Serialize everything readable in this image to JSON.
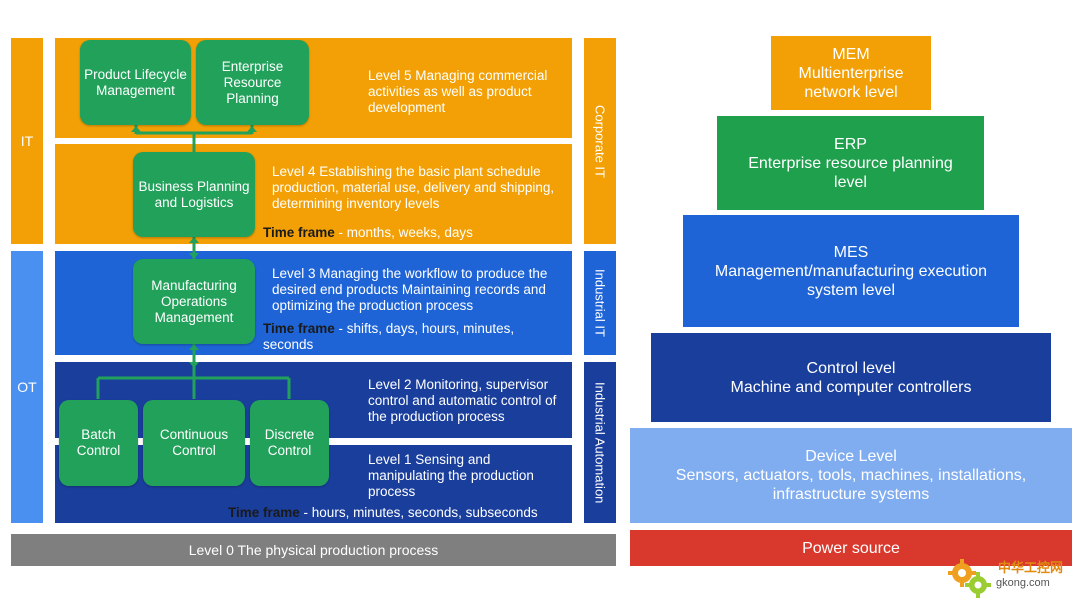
{
  "left": {
    "sidebar": {
      "it_label": "IT",
      "ot_label": "OT"
    },
    "right_bars": {
      "corporate_it": "Corporate IT",
      "industrial_it": "Industrial IT",
      "industrial_automation": "Industrial Automation"
    },
    "boxes": {
      "plm": "Product Lifecycle Management",
      "erp": "Enterprise Resource Planning",
      "bpl": "Business Planning and Logistics",
      "mom": "Manufacturing Operations Management",
      "batch": "Batch Control",
      "continuous": "Continuous Control",
      "discrete": "Discrete Control"
    },
    "levels": {
      "level5": "Level 5 Managing commercial activities as well as product development",
      "level4": "Level 4 Establishing the basic plant schedule production, material use, delivery and shipping, determining inventory levels",
      "level3": "Level 3 Managing the workflow to produce the desired end products Maintaining records and optimizing the production process",
      "level2": "Level 2 Monitoring, supervisor control and automatic control of the production process",
      "level1": "Level 1 Sensing and manipulating the production process",
      "level0": "Level 0 The physical production process"
    },
    "time_frames": {
      "label": "Time frame",
      "level4": " - months, weeks, days",
      "level3": " - shifts, days, hours, minutes, seconds",
      "level1": " - hours, minutes, seconds, subseconds"
    }
  },
  "pyramid": {
    "mem": {
      "title": "MEM",
      "line1": "Multienterprise",
      "line2": "network level"
    },
    "erp": {
      "title": "ERP",
      "line1": "Enterprise resource planning",
      "line2": "level"
    },
    "mes": {
      "title": "MES",
      "line1": "Management/manufacturing execution",
      "line2": "system level"
    },
    "control": {
      "line1": "Control level",
      "line2": "Machine and computer controllers"
    },
    "device": {
      "title": "Device Level",
      "line1": "Sensors, actuators, tools, machines, installations,",
      "line2": "infrastructure systems"
    },
    "power": "Power source"
  },
  "watermark": {
    "text": "中华工控网",
    "url": "gkong.com"
  },
  "colors": {
    "orange": "#f2a005",
    "blue": "#1e64d6",
    "navy": "#1a3e9c",
    "green": "#22a15b",
    "light_blue": "#6fa3f0",
    "red": "#d9392c",
    "gray": "#7f7f7f",
    "pyramid_orange": "#f2a005",
    "pyramid_green": "#1ea04d",
    "pyramid_blue": "#1e64d6",
    "pyramid_navy": "#1a3e9c",
    "pyramid_light": "#80acf0"
  }
}
